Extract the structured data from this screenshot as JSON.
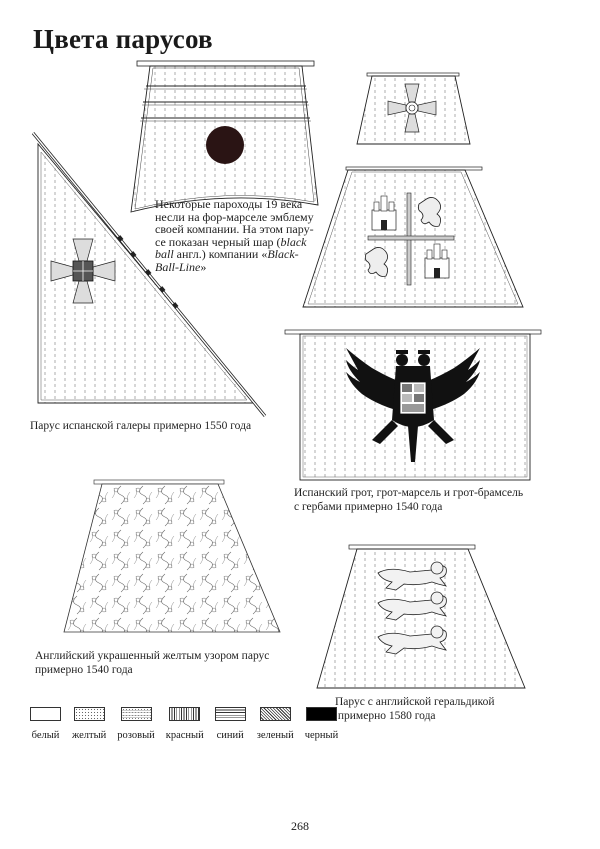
{
  "page": {
    "title": "Цвета парусов",
    "page_number": "268"
  },
  "captions": {
    "steamer": {
      "line1": "Некоторые пароходы 19 века",
      "line2": "несли на фор-марселе эмблему",
      "line3": "своей компании. На этом пару-",
      "line4_pre": "се показан черный шар (",
      "line4_italic": "black",
      "line5_italic": "ball",
      "line5_mid": " англ.) компании «",
      "line5_italic2": "Black-",
      "line6_italic": "Ball-Line",
      "line6_post": "»"
    },
    "galley": "Парус испанской галеры примерно 1550 года",
    "spanish": {
      "line1": "Испанский грот, грот-марсель и грот-брамсель",
      "line2": "с гербами примерно 1540 года"
    },
    "english": {
      "line1": "Английский украшенный желтым узором парус",
      "line2": "примерно 1540 года"
    },
    "heraldic": {
      "line1": "Парус с английской геральдикой",
      "line2": " примерно 1580 года"
    }
  },
  "legend": {
    "items": [
      {
        "label": "белый",
        "pattern": "white"
      },
      {
        "label": "желтый",
        "pattern": "dots"
      },
      {
        "label": "розовый",
        "pattern": "dots-lines"
      },
      {
        "label": "красный",
        "pattern": "vertical-lines"
      },
      {
        "label": "синий",
        "pattern": "horizontal-lines"
      },
      {
        "label": "зеленый",
        "pattern": "diagonal-lines"
      },
      {
        "label": "черный",
        "pattern": "solid-black"
      }
    ]
  },
  "illustrations": {
    "steamer_sail": {
      "emblem": "black-ball",
      "emblem_color": "#2a1414"
    },
    "galley_sail": {
      "emblem": "cross-pattee-with-shield"
    },
    "spanish_topgallant": {
      "emblem": "cross-pattee"
    },
    "spanish_topsail": {
      "emblem": "castile-leon-quarters"
    },
    "spanish_mainsail": {
      "emblem": "double-headed-eagle"
    },
    "english_patterned_sail": {
      "emblem": "yellow-arabesque"
    },
    "english_heraldic_sail": {
      "emblem": "three-lions"
    }
  }
}
